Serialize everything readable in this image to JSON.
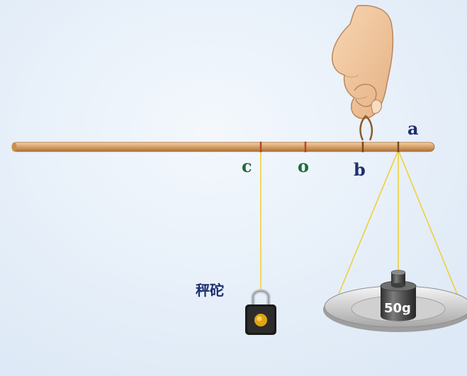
{
  "labels": {
    "a": "a",
    "b": "b",
    "c": "c",
    "o": "o",
    "counterweight": "秤砣",
    "weight_mass": "50g"
  },
  "colors": {
    "background_top": "#e6f0fa",
    "background_bottom": "#f2f7fc",
    "rod": "#d9a56a",
    "rod_mark": "#b5452e",
    "string": "#f0d03a",
    "label_green": "#1f6b3a",
    "label_navy": "#1d2f6e",
    "weight_body": "#4a4a4a",
    "lock_body": "#1a1a1a",
    "lock_dot": "#e0a410",
    "pan": "#b8b8b8",
    "skin": "#f2c9a0"
  },
  "icons": {
    "hand": "hand-holding-string-icon",
    "lock": "padlock-counterweight-icon",
    "weight": "cylindrical-weight-icon",
    "pan": "scale-pan-icon"
  }
}
